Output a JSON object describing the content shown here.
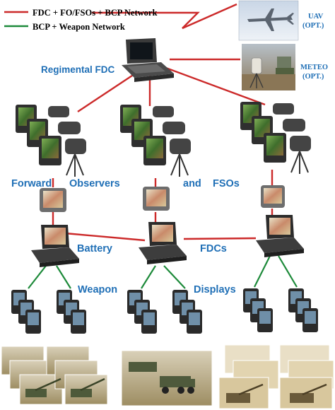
{
  "legend": {
    "red_label": "FDC + FO/FSOs + BCP Network",
    "green_label": "BCP + Weapon Network",
    "red_color": "#cc2a2a",
    "green_color": "#1d8a3a"
  },
  "nodes": {
    "uav": {
      "line1": "UAV",
      "line2": "(OPT.)"
    },
    "meteo": {
      "line1": "METEO",
      "line2": "(OPT.)"
    },
    "regimental_fdc": "Regimental FDC"
  },
  "labels": {
    "forward": "Forward",
    "observers": "Observers",
    "and": "and",
    "fsos": "FSOs",
    "battery": "Battery",
    "fdcs": "FDCs",
    "weapon": "Weapon",
    "displays": "Displays"
  },
  "colors": {
    "label_blue": "#1f6fb6",
    "device_dark": "#2b2b2b",
    "screen_green": "#5a8a3a"
  }
}
